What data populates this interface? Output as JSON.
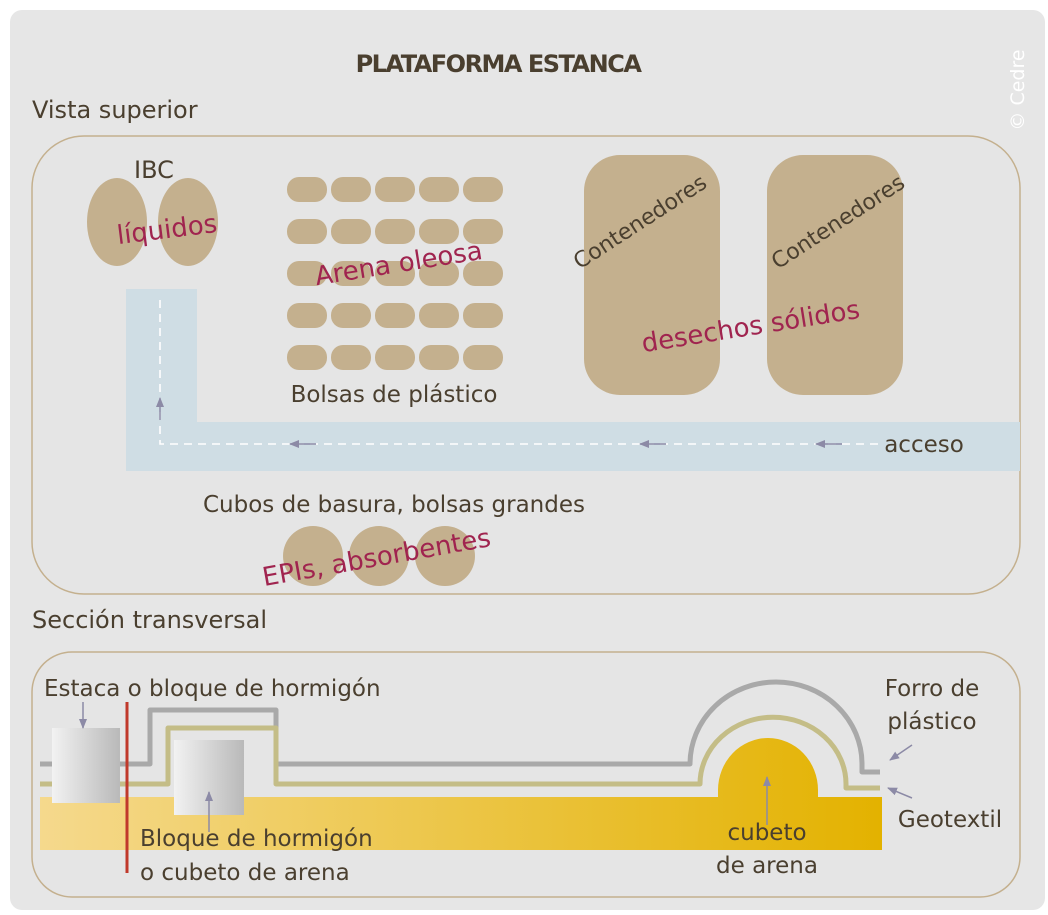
{
  "title": "PLATAFORMA ESTANCA",
  "copyright": "© Cedre",
  "top_view": {
    "heading": "Vista superior",
    "ibc": {
      "label": "IBC",
      "overlay": "líquidos"
    },
    "bags": {
      "overlay": "Arena oleosa",
      "label": "Bolsas de plástico"
    },
    "containers": {
      "left": "Contenedores",
      "right": "Contenedores",
      "overlay": "desechos sólidos"
    },
    "access": {
      "label": "acceso"
    },
    "bins": {
      "label": "Cubos de basura, bolsas grandes",
      "overlay": "EPIs, absorbentes"
    }
  },
  "cross_section": {
    "heading": "Sección transversal",
    "stake_label": "Estaca o bloque de hormigón",
    "liner_label": [
      "Forro de",
      "plástico"
    ],
    "geotextile_label": "Geotextil",
    "block_label": [
      "Bloque de hormigón",
      "o cubeto de arena"
    ],
    "berm_label": [
      "cubeto",
      "de arena"
    ]
  },
  "colors": {
    "background": "#e6e6e6",
    "panel": "#e5e5e5",
    "khaki": "#c4b08e",
    "access_lane": "#cfdde4",
    "overlay_text": "#a0244f",
    "text": "#4a3f2f",
    "sand_light": "#f5d98d",
    "sand_dark": "#e3b200",
    "liner": "#a9a9a9",
    "geotextile": "#c4bd87",
    "stake": "#c0392b"
  }
}
